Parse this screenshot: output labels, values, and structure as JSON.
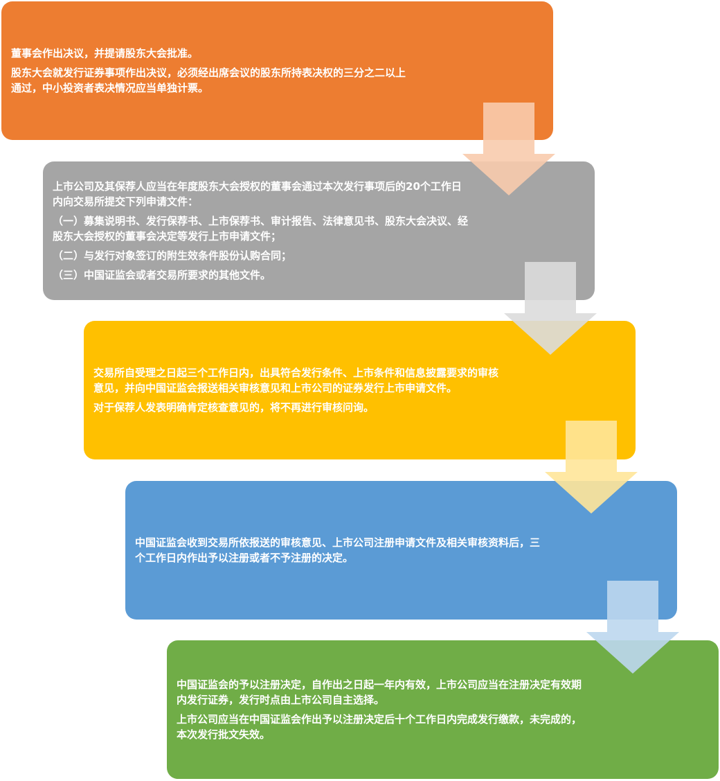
{
  "steps": [
    {
      "color": "#ED7D31",
      "paragraphs": [
        "董事会作出决议，并提请股东大会批准。",
        "股东大会就发行证券事项作出决议，必须经出席会议的股东所持表决权的三分之二以上通过，中小投资者表决情况应当单独计票。"
      ]
    },
    {
      "color": "#A5A5A5",
      "paragraphs": [
        "上市公司及其保荐人应当在年度股东大会授权的董事会通过本次发行事项后的20个工作日内向交易所提交下列申请文件：",
        "（一）募集说明书、发行保荐书、上市保荐书、审计报告、法律意见书、股东大会决议、经股东大会授权的董事会决定等发行上市申请文件；",
        "（二）与发行对象签订的附生效条件股份认购合同；",
        "（三）中国证监会或者交易所要求的其他文件。"
      ]
    },
    {
      "color": "#FFC000",
      "paragraphs": [
        "交易所自受理之日起三个工作日内，出具符合发行条件、上市条件和信息披露要求的审核意见，并向中国证监会报送相关审核意见和上市公司的证券发行上市申请文件。",
        "对于保荐人发表明确肯定核查意见的，将不再进行审核问询。"
      ]
    },
    {
      "color": "#5B9BD5",
      "paragraphs": [
        "中国证监会收到交易所依报送的审核意见、上市公司注册申请文件及相关审核资料后，三个工作日内作出予以注册或者不予注册的决定。"
      ]
    },
    {
      "color": "#70AD47",
      "paragraphs": [
        "中国证监会的予以注册决定，自作出之日起一年内有效，上市公司应当在注册决定有效期内发行证券，发行时点由上市公司自主选择。",
        "上市公司应当在中国证监会作出予以注册决定后十个工作日内完成发行缴款，未完成的，本次发行批文失效。"
      ]
    }
  ],
  "arrows": [
    {
      "icon": "down-arrow-icon",
      "color": "#F8CBAD"
    },
    {
      "icon": "down-arrow-icon",
      "color": "#DBDBDB"
    },
    {
      "icon": "down-arrow-icon",
      "color": "#FFE699"
    },
    {
      "icon": "down-arrow-icon",
      "color": "#BDD7EE"
    }
  ]
}
